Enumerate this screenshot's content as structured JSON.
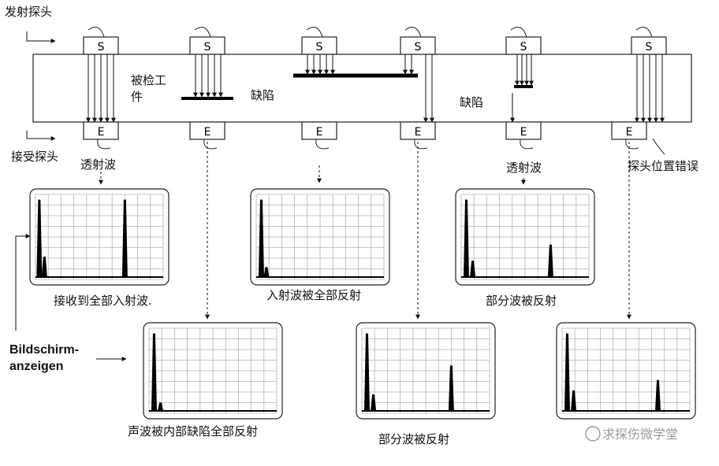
{
  "labels": {
    "transmit_probe": "发射探头",
    "receive_probe": "接受探头",
    "test_piece_line1": "被检工",
    "test_piece_line2": "件",
    "defect_1": "缺陷",
    "defect_2": "缺陷",
    "transmitted_wave_1": "透射波",
    "transmitted_wave_2": "透射波",
    "probe_misplaced": "探头位置错误",
    "screen_display_line1": "Bildschirm-",
    "screen_display_line2": "anzeigen",
    "watermark": "求探伤微学堂"
  },
  "probes": {
    "transmit_letter": "S",
    "receive_letter": "E"
  },
  "screens": [
    {
      "caption": "接收到全部入射波.",
      "peaks": [
        {
          "pos": 0.03,
          "amp": 0.96
        },
        {
          "pos": 0.07,
          "amp": 0.25
        },
        {
          "pos": 0.7,
          "amp": 0.96
        }
      ]
    },
    {
      "caption": "入射波被全部反射",
      "peaks": [
        {
          "pos": 0.04,
          "amp": 0.96
        },
        {
          "pos": 0.08,
          "amp": 0.12
        }
      ]
    },
    {
      "caption": "部分波被反射",
      "peaks": [
        {
          "pos": 0.04,
          "amp": 0.96
        },
        {
          "pos": 0.09,
          "amp": 0.2
        },
        {
          "pos": 0.7,
          "amp": 0.4
        }
      ]
    },
    {
      "caption": "声波被内部缺陷全部反射",
      "peaks": [
        {
          "pos": 0.04,
          "amp": 0.96
        },
        {
          "pos": 0.09,
          "amp": 0.1
        }
      ]
    },
    {
      "caption": "部分波被反射",
      "peaks": [
        {
          "pos": 0.04,
          "amp": 0.96
        },
        {
          "pos": 0.09,
          "amp": 0.2
        },
        {
          "pos": 0.7,
          "amp": 0.56
        }
      ]
    },
    {
      "caption": "",
      "peaks": [
        {
          "pos": 0.04,
          "amp": 0.96
        },
        {
          "pos": 0.09,
          "amp": 0.25
        },
        {
          "pos": 0.75,
          "amp": 0.38
        }
      ]
    }
  ]
}
